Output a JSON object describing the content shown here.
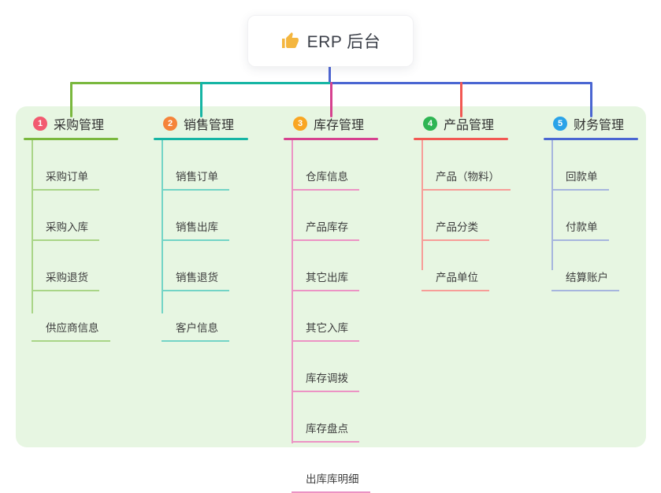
{
  "root": {
    "title": "ERP 后台",
    "icon": "thumbs-up-icon",
    "icon_color": "#f4b63f"
  },
  "connector_color": "#4f66d2",
  "panel_color": "#e7f6e2",
  "branches": [
    {
      "index": "1",
      "title": "采购管理",
      "badge_color": "#f25a70",
      "main_color": "#7ab83e",
      "light_color": "#a9d587",
      "children": [
        "采购订单",
        "采购入库",
        "采购退货",
        "供应商信息"
      ]
    },
    {
      "index": "2",
      "title": "销售管理",
      "badge_color": "#f5843a",
      "main_color": "#16b5a4",
      "light_color": "#73d4c6",
      "children": [
        "销售订单",
        "销售出库",
        "销售退货",
        "客户信息"
      ]
    },
    {
      "index": "3",
      "title": "库存管理",
      "badge_color": "#f9a623",
      "main_color": "#d6418f",
      "light_color": "#ec93c4",
      "children": [
        "仓库信息",
        "产品库存",
        "其它出库",
        "其它入库",
        "库存调拨",
        "库存盘点",
        "出库库明细"
      ]
    },
    {
      "index": "4",
      "title": "产品管理",
      "badge_color": "#2eb553",
      "main_color": "#f25853",
      "light_color": "#f79d98",
      "children": [
        "产品（物料）",
        "产品分类",
        "产品单位"
      ]
    },
    {
      "index": "5",
      "title": "财务管理",
      "badge_color": "#2aa3e8",
      "main_color": "#4a66d2",
      "light_color": "#a6b5de",
      "children": [
        "回款单",
        "付款单",
        "结算账户"
      ]
    }
  ]
}
